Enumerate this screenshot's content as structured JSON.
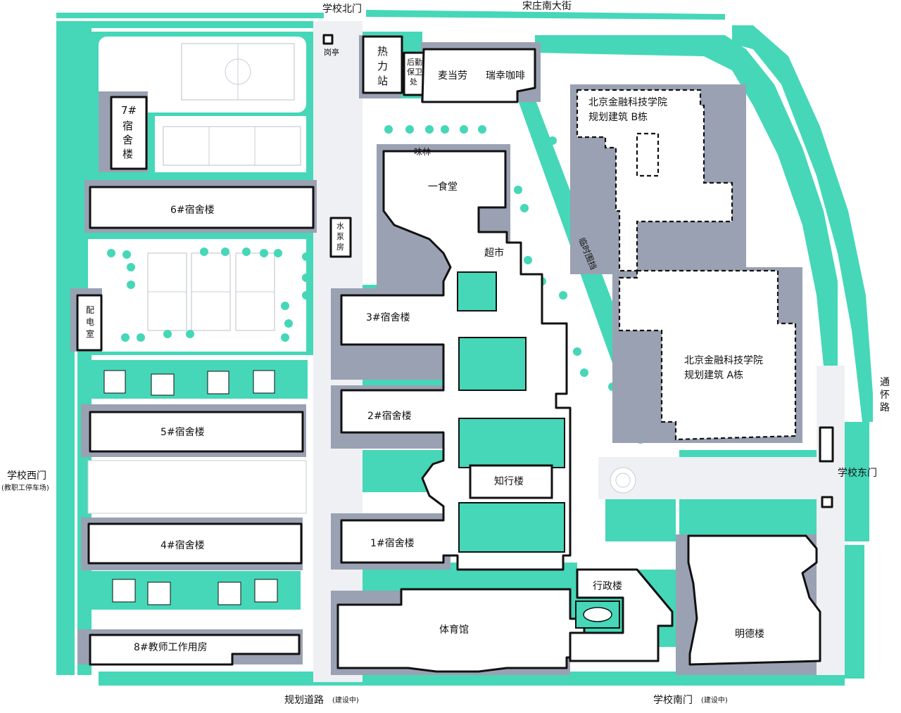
{
  "map": {
    "title": "",
    "streets": {
      "north_gate": "学校北门",
      "north_street": "宋庄南大街",
      "east_road": "通怀路",
      "west_gate": "学校西门",
      "west_gate_note": "(教职工停车场)",
      "planned_road": "规划道路",
      "planned_road_note": "(建设中)",
      "south_gate": "学校南门",
      "south_gate_note": "(建设中)",
      "east_gate": "学校东门"
    },
    "buildings": {
      "guard_post": "岗亭",
      "heating_station": "热力站",
      "logistics_security": "后勤保卫处",
      "mcdonalds": "麦当劳",
      "luckin": "瑞幸咖啡",
      "dorm7": "7#宿舍楼",
      "dorm6": "6#宿舍楼",
      "dorm5": "5#宿舍楼",
      "dorm4": "4#宿舍楼",
      "dorm3": "3#宿舍楼",
      "dorm2": "2#宿舍楼",
      "dorm1": "1#宿舍楼",
      "dorm8": "8#教师工作用房",
      "canteen1": "一食堂",
      "weilin": "味林",
      "supermarket": "超市",
      "pump_room": "水泵房",
      "power_room": "配电室",
      "zhixing": "知行楼",
      "admin": "行政楼",
      "gym": "体育馆",
      "mingde": "明德楼",
      "bfti_a_line1": "北京金融科技学院",
      "bfti_a_line2": "规划建筑  A栋",
      "bfti_b_line1": "北京金融科技学院",
      "bfti_b_line2": "规划建筑  B栋",
      "temp_fence": "临时围挡"
    },
    "colors": {
      "green": "#45d7b8",
      "shadow": "#9aa1b2",
      "outline": "#111111",
      "court_line": "#c9ccd3"
    }
  }
}
